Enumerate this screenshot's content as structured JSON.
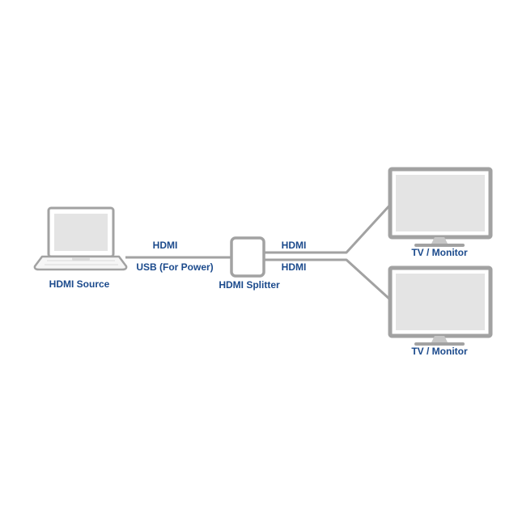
{
  "diagram": {
    "nodes": {
      "source_label": "HDMI Source",
      "splitter_label": "HDMI Splitter",
      "monitor_top_label": "TV / Monitor",
      "monitor_bottom_label": "TV / Monitor"
    },
    "connections": {
      "input_hdmi_label": "HDMI",
      "input_usb_label": "USB (For Power)",
      "output_top_label": "HDMI",
      "output_bottom_label": "HDMI"
    },
    "colors": {
      "label_text": "#1B4A8C",
      "device_outline": "#A2A2A2",
      "screen_fill": "#E4E4E4",
      "background": "#FFFFFF"
    }
  }
}
